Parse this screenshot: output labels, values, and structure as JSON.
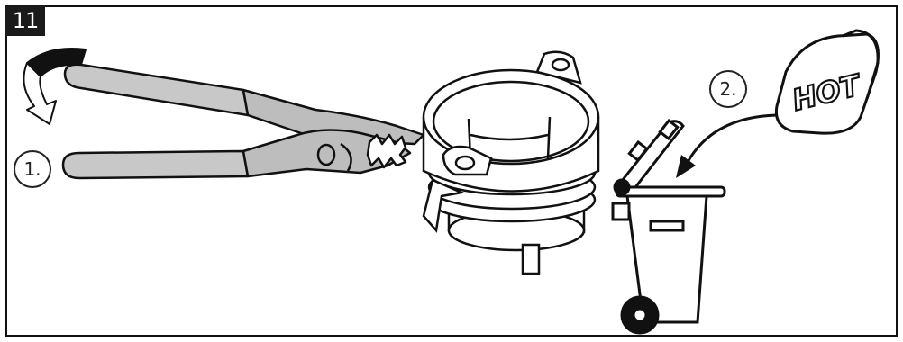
{
  "step": {
    "number": "11"
  },
  "callouts": [
    {
      "label": "1."
    },
    {
      "label": "2."
    }
  ],
  "hot_label": {
    "text": "HOT"
  },
  "colors": {
    "outline": "#111111",
    "pliers_fill": "#bdbdbd",
    "grip_fill": "#c8c8c8",
    "badge_bg": "#1a1a1a",
    "background": "#ffffff"
  },
  "icons": [
    "rotate-arrow-icon",
    "pliers-icon",
    "filter-ring-icon",
    "trash-bin-icon",
    "hot-tag-icon",
    "drop-arrow-icon"
  ]
}
